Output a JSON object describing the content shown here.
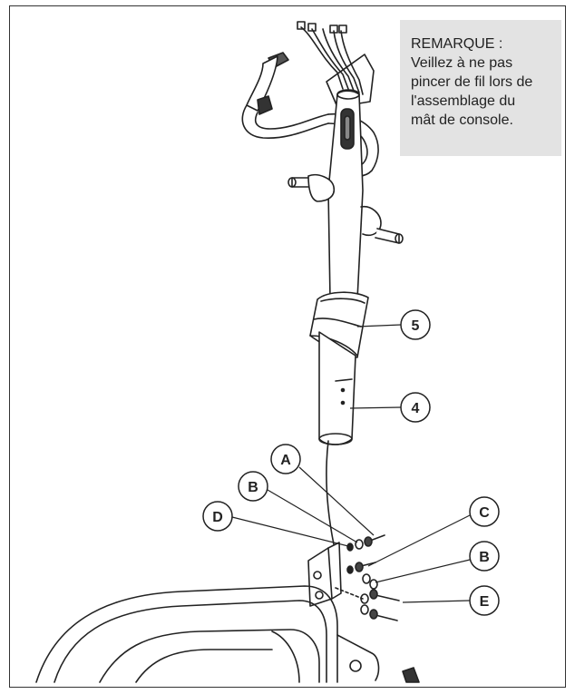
{
  "note": {
    "lines": [
      "REMARQUE :",
      "Veillez à ne pas",
      "pincer de fil lors de",
      "l'assemblage du",
      "mât de console."
    ]
  },
  "callouts": {
    "five": "5",
    "four": "4",
    "a": "A",
    "b_left": "B",
    "d": "D",
    "c": "C",
    "b_right": "B",
    "e": "E"
  },
  "colors": {
    "note_background": "#e3e3e3",
    "line": "#222222"
  }
}
